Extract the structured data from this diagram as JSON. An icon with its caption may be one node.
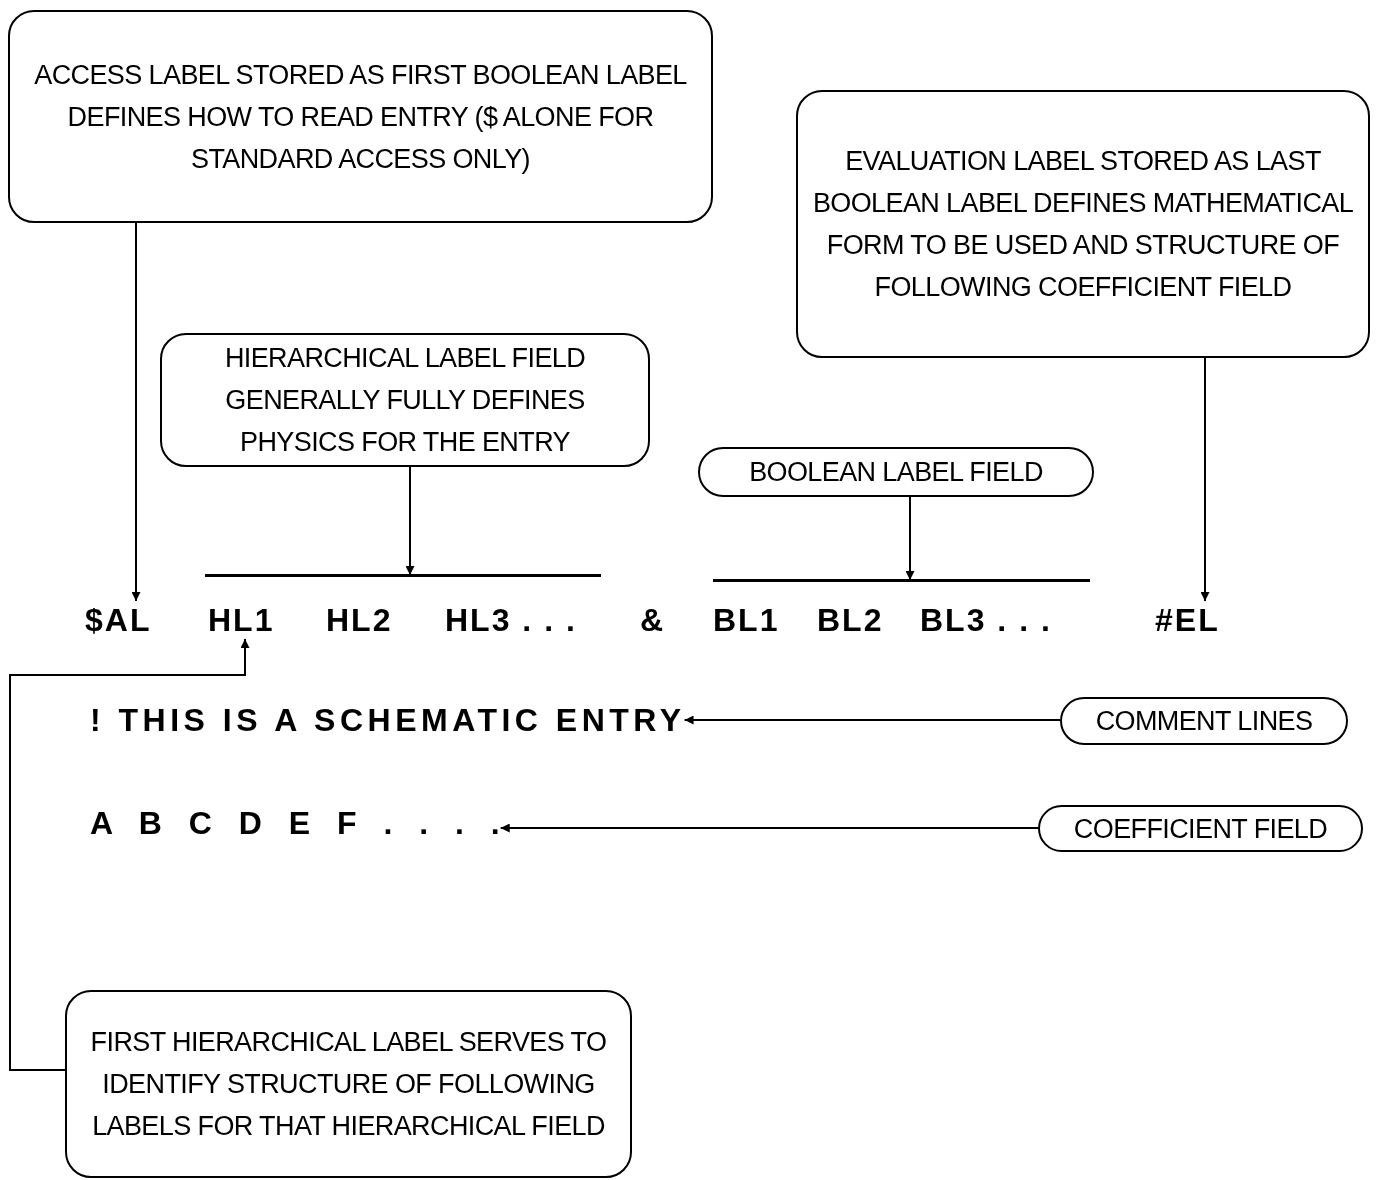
{
  "diagram": {
    "nodes": [
      {
        "text": [
          "ACCESS LABEL STORED AS FIRST BOOLEAN LABEL DEFINES HOW TO READ ENTRY ($ ALONE FOR STANDARD ACCESS ONLY)"
        ]
      },
      {
        "text": [
          "EVALUATION LABEL STORED AS LAST BOOLEAN LABEL DEFINES MATHEMATICAL FORM TO BE USED AND STRUCTURE OF FOLLOWING COEFFICIENT FIELD"
        ]
      },
      {
        "text": [
          "HIERARCHICAL LABEL FIELD GENERALLY FULLY DEFINES PHYSICS FOR THE ENTRY"
        ]
      },
      {
        "text": [
          "BOOLEAN LABEL FIELD"
        ]
      },
      {
        "text": [
          "$AL"
        ]
      },
      {
        "text": [],
        "shape": "bar"
      },
      {
        "text": [
          "HL1"
        ]
      },
      {
        "text": [
          "HL2"
        ]
      },
      {
        "text": [
          "HL3 . . ."
        ]
      },
      {
        "text": [],
        "shape": "bar"
      },
      {
        "text": [
          "BL1"
        ]
      },
      {
        "text": [
          "BL2"
        ]
      },
      {
        "text": [
          "BL3 . . ."
        ]
      },
      {
        "text": [
          "#EL"
        ]
      },
      {
        "text": [
          "! THIS IS A SCHEMATIC ENTRY"
        ]
      },
      {
        "text": [
          "COMMENT LINES"
        ]
      },
      {
        "text": [
          "A B C D E F . . . ."
        ]
      },
      {
        "text": [
          "COEFFICIENT FIELD"
        ]
      },
      {
        "text": [
          "FIRST HIERARCHICAL LABEL SERVES TO IDENTIFY STRUCTURE OF FOLLOWING LABELS FOR THAT HIERARCHICAL FIELD"
        ]
      }
    ],
    "edges": [
      {
        "from": 0,
        "to": 4,
        "arrow": "to"
      },
      {
        "from": 1,
        "to": 13,
        "arrow": "to"
      },
      {
        "from": 2,
        "to": 5,
        "arrow": "to"
      },
      {
        "from": 3,
        "to": 9,
        "arrow": "to"
      },
      {
        "from": 15,
        "to": 14,
        "arrow": "to"
      },
      {
        "from": 17,
        "to": 16,
        "arrow": "to"
      },
      {
        "from": 18,
        "to": 6,
        "arrow": "to"
      }
    ],
    "labels": [
      "&"
    ]
  }
}
